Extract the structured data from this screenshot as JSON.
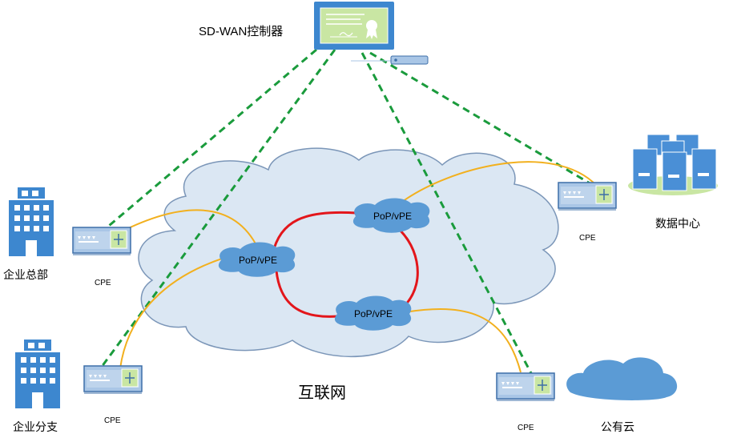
{
  "controller": {
    "label": "SD-WAN控制器"
  },
  "internet": {
    "label": "互联网"
  },
  "pops": [
    {
      "id": "pop-left",
      "label": "PoP/vPE"
    },
    {
      "id": "pop-top",
      "label": "PoP/vPE"
    },
    {
      "id": "pop-bottom",
      "label": "PoP/vPE"
    }
  ],
  "sites": {
    "hq": {
      "label": "企业总部",
      "cpe_label": "CPE"
    },
    "branch": {
      "label": "企业分支",
      "cpe_label": "CPE"
    },
    "datacenter": {
      "label": "数据中心",
      "cpe_label": "CPE"
    },
    "cloud": {
      "label": "公有云",
      "cpe_label": "CPE"
    }
  },
  "colors": {
    "control_link": "#1a9b3c",
    "access_link": "#f2b01e",
    "backbone_link": "#e3161b",
    "cloud_fill": "#dbe7f3",
    "cloud_stroke": "#7b96b8",
    "pop_fill": "#5b9bd5",
    "device_fill": "#a9c6e6",
    "device_edge": "#3d6fa8",
    "building": "#3d87cf"
  }
}
